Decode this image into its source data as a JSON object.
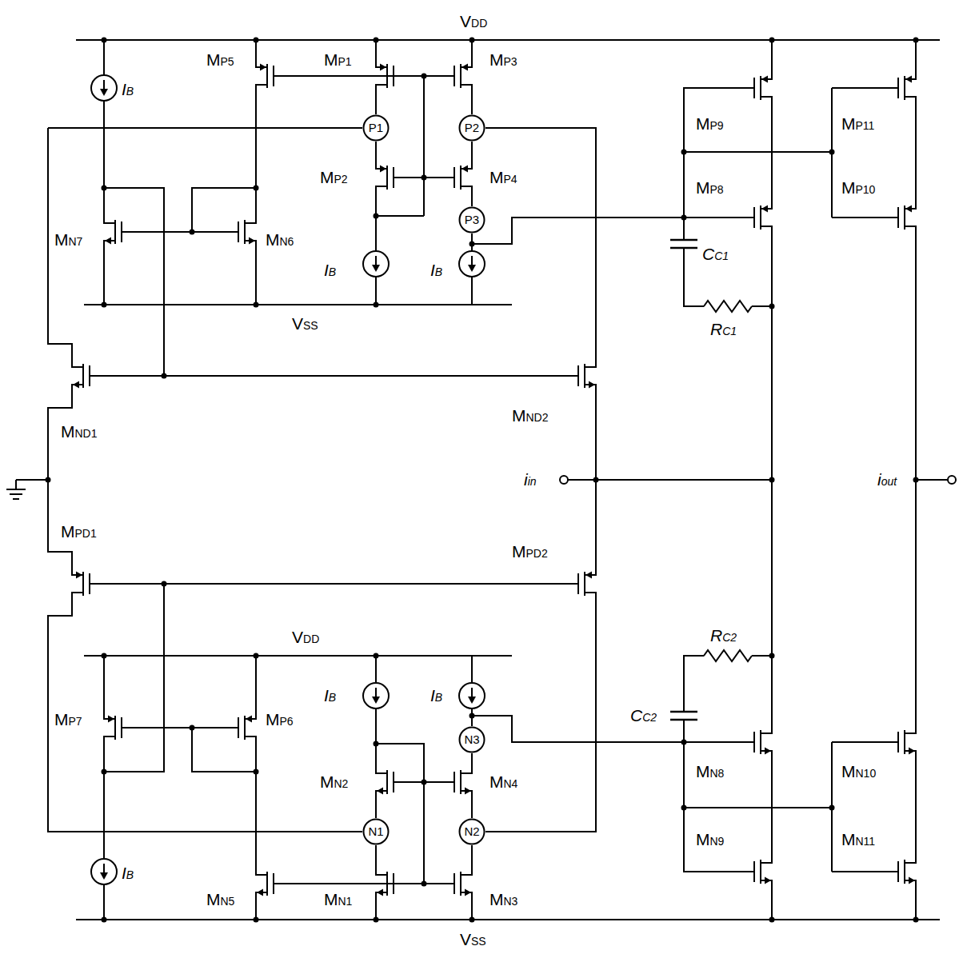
{
  "diagram": {
    "nodes": [
      {
        "text": [
          "P1"
        ]
      },
      {
        "text": [
          "P2"
        ]
      },
      {
        "text": [
          "P3"
        ]
      },
      {
        "text": [
          "N3"
        ]
      },
      {
        "text": [
          "N1"
        ]
      },
      {
        "text": [
          "N2"
        ]
      }
    ],
    "labels": [
      "VDD",
      "IB",
      "MP5",
      "MP1",
      "MP3",
      "MP9",
      "MP11",
      "MP2",
      "MP4",
      "MP8",
      "MP10",
      "MN7",
      "MN6",
      "IB",
      "IB",
      "CC1",
      "VSS",
      "RC1",
      "MND1",
      "MND2",
      "iin",
      "iout",
      "MPD1",
      "MPD2",
      "VDD",
      "RC2",
      "IB",
      "IB",
      "CC2",
      "MP7",
      "MP6",
      "MN8",
      "MN10",
      "MN2",
      "MN4",
      "MN9",
      "MN11",
      "IB",
      "MN5",
      "MN1",
      "MN3",
      "VSS"
    ]
  }
}
